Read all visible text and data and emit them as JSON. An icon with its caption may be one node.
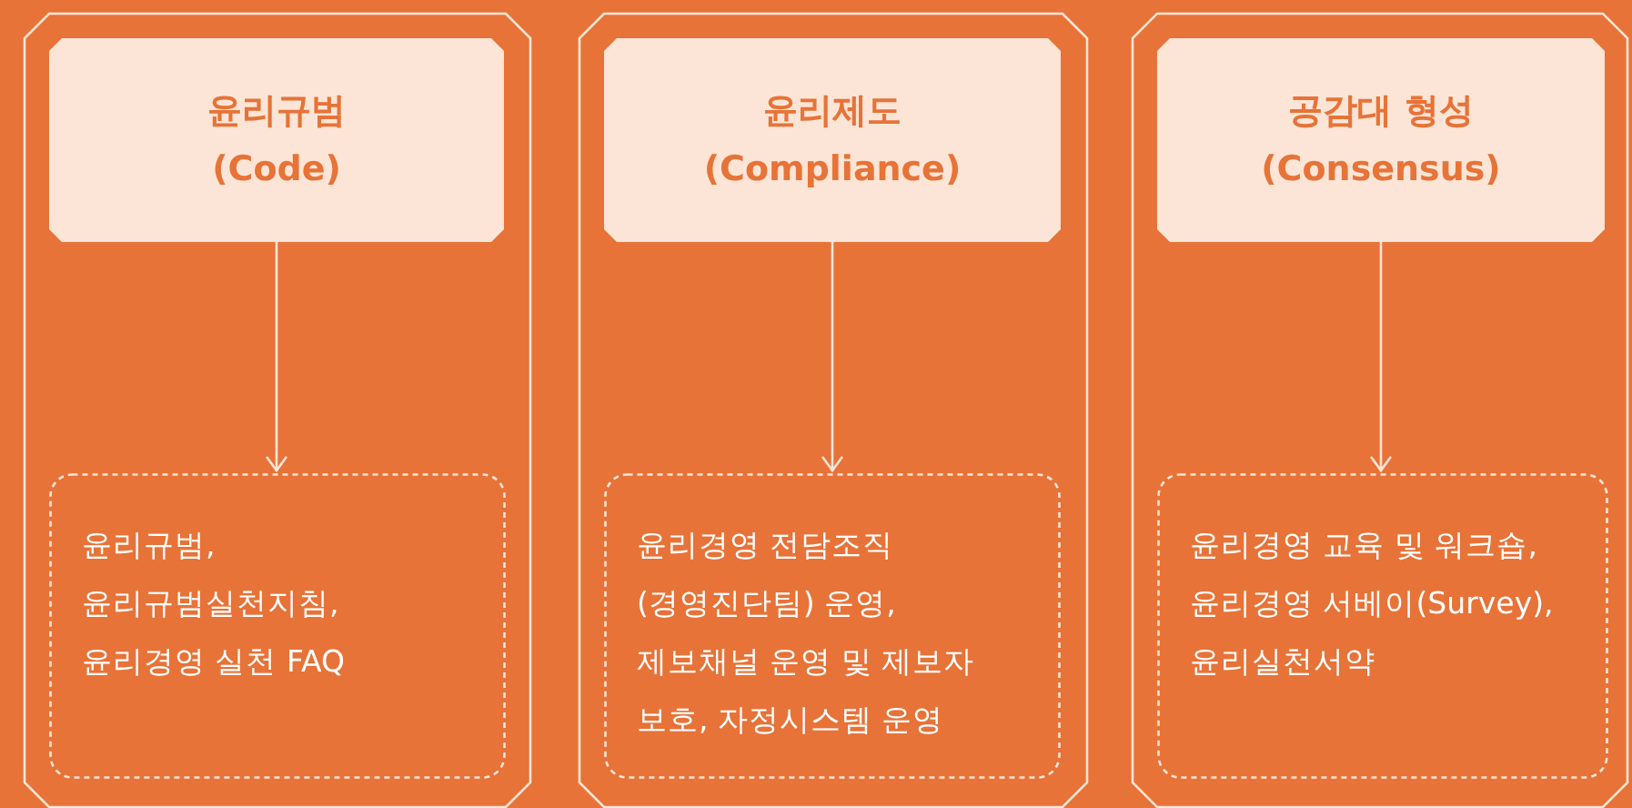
{
  "diagram": {
    "nodes": [
      {
        "text": [],
        "shape": "box"
      },
      {
        "text": [
          "윤리규범",
          "(Code)"
        ],
        "in": 0
      },
      {
        "text": [
          "윤리규범, 윤리규범실천지침, 윤리경영 실천 FAQ"
        ],
        "in": 0
      },
      {
        "text": [],
        "shape": "box"
      },
      {
        "text": [
          "윤리제도",
          "(Compliance)"
        ],
        "in": 3
      },
      {
        "text": [
          "윤리경영 전담조직 (경영진단팀) 운영, 제보채널 운영 및 제보자 보호, 자정시스템 운영"
        ],
        "in": 3
      },
      {
        "text": [],
        "shape": "box"
      },
      {
        "text": [
          "공감대 형성",
          "(Consensus)"
        ],
        "in": 6
      },
      {
        "text": [
          "윤리경영 교육 및 워크숍, 윤리경영 서베이(Survey), 윤리실천서약"
        ],
        "in": 6
      }
    ],
    "edges": [
      {
        "from": 1,
        "to": 2,
        "arrow": "to"
      },
      {
        "from": 4,
        "to": 5,
        "arrow": "to"
      },
      {
        "from": 7,
        "to": 8,
        "arrow": "to"
      }
    ]
  }
}
